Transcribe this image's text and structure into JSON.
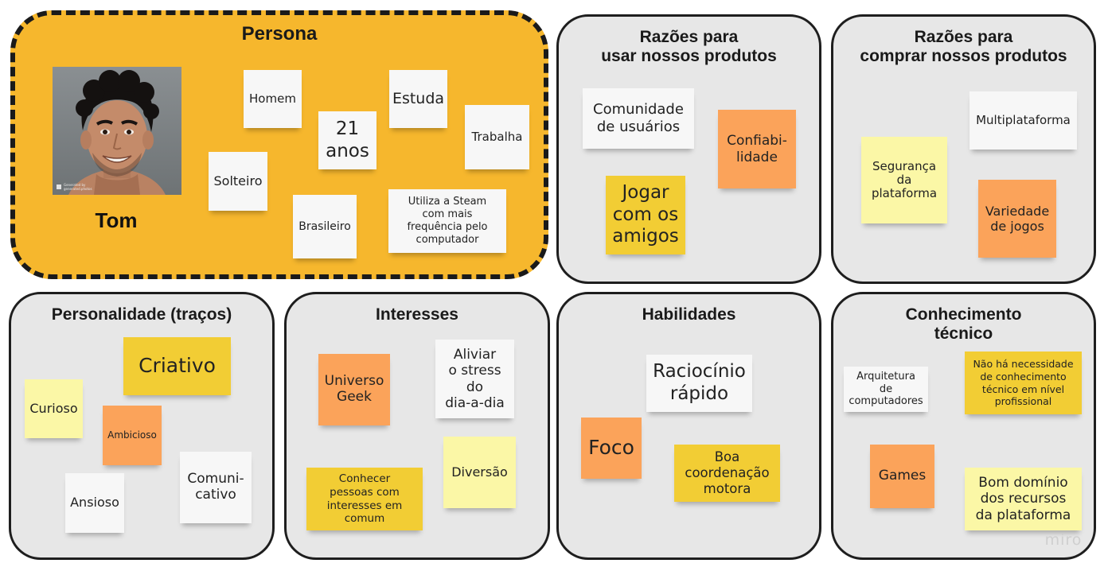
{
  "persona": {
    "title": "Persona",
    "name": "Tom",
    "photo_caption": "Generated by\ngenerated.photos",
    "notes": {
      "gender": "Homem",
      "age": "21\nanos",
      "studies": "Estuda",
      "works": "Trabalha",
      "status": "Solteiro",
      "nationality": "Brasileiro",
      "steam": "Utiliza a Steam\ncom mais\nfrequência pelo\ncomputador"
    }
  },
  "reasons_use": {
    "title": "Razões para\nusar nossos produtos",
    "notes": [
      "Comunidade\nde usuários",
      "Confiabi-\nlidade",
      "Jogar\ncom os\namigos"
    ]
  },
  "reasons_buy": {
    "title": "Razões para\ncomprar nossos produtos",
    "notes": [
      "Multiplataforma",
      "Segurança\nda\nplataforma",
      "Variedade\nde jogos"
    ]
  },
  "personality": {
    "title": "Personalidade (traços)",
    "notes": [
      "Criativo",
      "Curioso",
      "Ambicioso",
      "Comuni-\ncativo",
      "Ansioso"
    ]
  },
  "interests": {
    "title": "Interesses",
    "notes": [
      "Universo\nGeek",
      "Aliviar\no stress\ndo\ndia-a-dia",
      "Diversão",
      "Conhecer\npessoas com\ninteresses em\ncomum"
    ]
  },
  "skills": {
    "title": "Habilidades",
    "notes": [
      "Raciocínio\nrápido",
      "Foco",
      "Boa\ncoordenação\nmotora"
    ]
  },
  "technical": {
    "title": "Conhecimento\ntécnico",
    "notes": [
      "Arquitetura\nde\ncomputadores",
      "Não há necessidade\nde conhecimento\ntécnico em nível\nprofissional",
      "Games",
      "Bom domínio\ndos recursos\nda plataforma"
    ]
  },
  "watermark": "miro",
  "colors": {
    "persona_bg": "#f6b72d",
    "panel_bg": "#e7e7e7",
    "note_white": "#f7f7f7",
    "note_yellow": "#f2cd34",
    "note_light_yellow": "#fbf7a6",
    "note_orange": "#fba35a"
  }
}
